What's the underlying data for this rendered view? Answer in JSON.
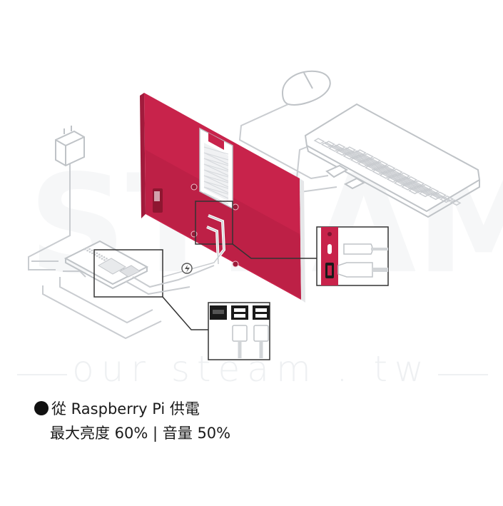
{
  "watermark": {
    "brand": "STEAM",
    "text": "our steam . tw"
  },
  "caption": {
    "bullet_icon": "filled-circle",
    "line1": "從 Raspberry Pi 供電",
    "line2": "最大亮度 60% | 音量 50%"
  },
  "colors": {
    "display_red": "#c8234b",
    "display_red_dark": "#a11b3c",
    "line": "#bfc3c7",
    "ink": "#1a1a1a"
  }
}
